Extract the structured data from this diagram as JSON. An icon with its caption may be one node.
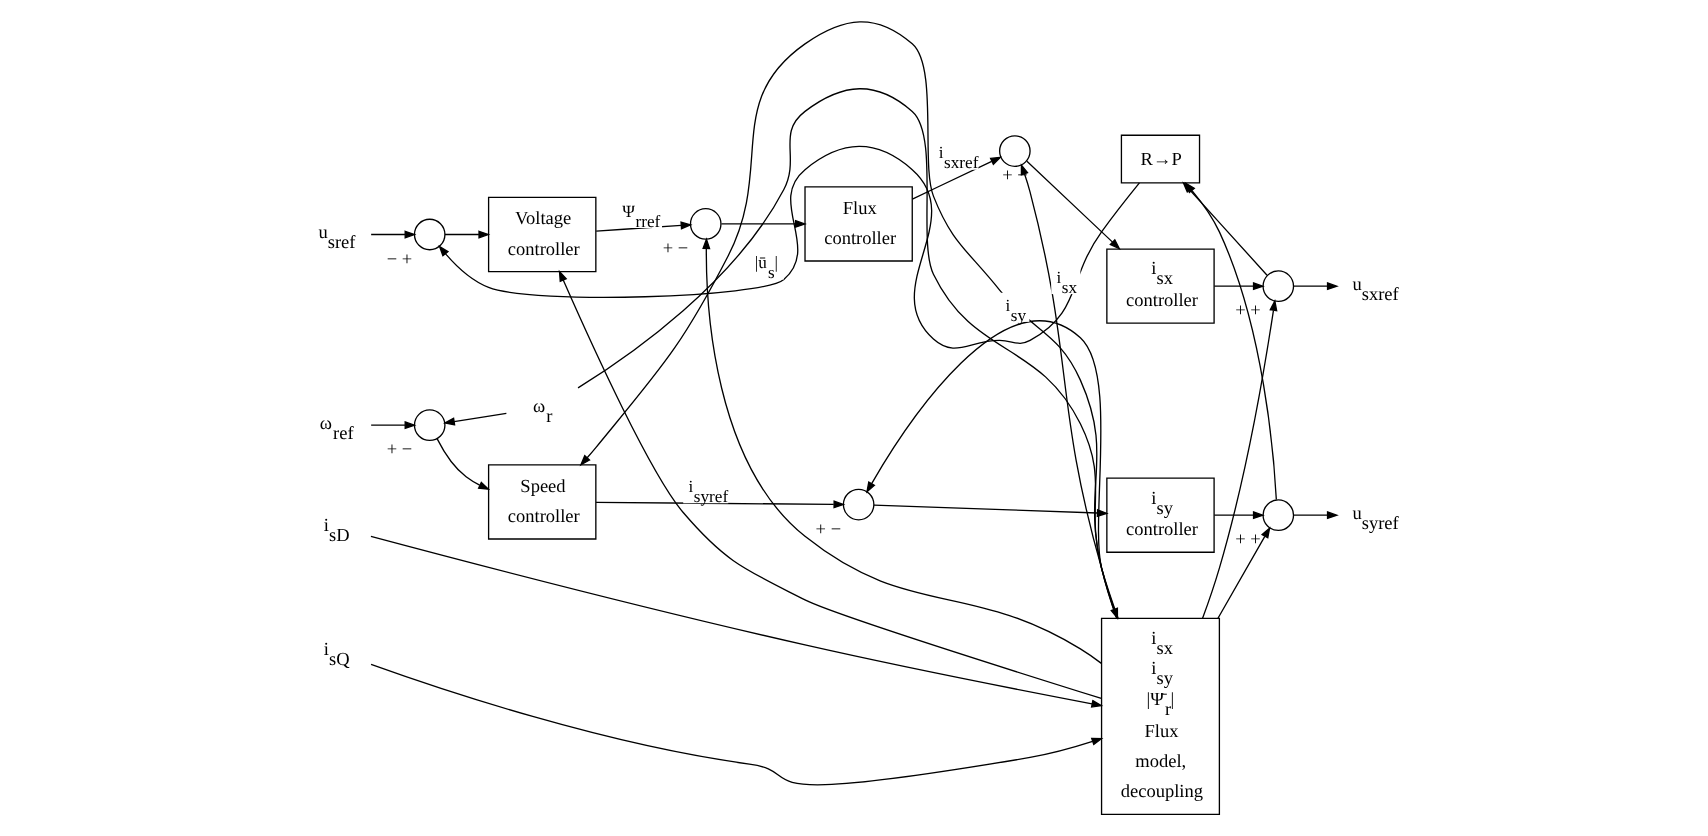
{
  "diagram": {
    "nodes": [
      {
        "text": [
          "R→P"
        ]
      },
      {
        "text": [
          "u$_{sref}$"
        ]
      },
      {
        "text": [],
        "shape": "circle",
        "beside": [
          "−",
          "+"
        ]
      },
      {
        "text": [
          "Voltage controller"
        ]
      },
      {
        "text": [],
        "shape": "circle",
        "beside": [
          "+",
          "−"
        ]
      },
      {
        "text": [
          "Flux controller"
        ]
      },
      {
        "text": [],
        "shape": "circle",
        "beside": [
          "+",
          "−"
        ]
      },
      {
        "text": [
          "i$_{sx}$ controller"
        ]
      },
      {
        "text": [],
        "shape": "circle",
        "beside": [
          "+",
          "+"
        ]
      },
      {
        "text": [
          "u$_{sxref}$"
        ]
      },
      {
        "text": [
          "ω$_{ref}$"
        ]
      },
      {
        "text": [],
        "shape": "circle",
        "beside": [
          "+",
          "−"
        ]
      },
      {
        "text": [
          "Speed controller"
        ]
      },
      {
        "text": [],
        "shape": "circle",
        "beside": [
          "+",
          "−"
        ]
      },
      {
        "text": [
          "i$_{sy}$ controller"
        ]
      },
      {
        "text": [],
        "shape": "circle",
        "beside": [
          "+",
          "+"
        ]
      },
      {
        "text": [
          "u$_{syref}$"
        ]
      },
      {
        "text": [
          "i$_{sx}$",
          "i$_{sy}$",
          "|Ψ̄$_{r}$|",
          "Flux model, decoupling"
        ]
      },
      {
        "text": [
          "i$_{sD}$"
        ]
      },
      {
        "text": [
          "i$_{sQ}$"
        ]
      },
      {
        "text": [
          "ω$_{r}$"
        ]
      }
    ],
    "edges": [
      {
        "from": 1,
        "to": 2,
        "arrow": "to"
      },
      {
        "from": 0,
        "to": 2,
        "arrow": "to",
        "label": "|ū$_{s}$|"
      },
      {
        "from": 2,
        "to": 3,
        "arrow": "to"
      },
      {
        "from": 3,
        "to": 4,
        "arrow": "to",
        "label": "Ψ$_{rref}$"
      },
      {
        "from": 4,
        "to": 5,
        "arrow": "to"
      },
      {
        "from": 5,
        "to": 6,
        "arrow": "to",
        "label": "i$_{sxref}$"
      },
      {
        "from": 6,
        "to": 7,
        "arrow": "to"
      },
      {
        "from": 7,
        "to": 8,
        "arrow": "to"
      },
      {
        "from": 8,
        "to": 9,
        "arrow": "to"
      },
      {
        "from": 8,
        "to": 0,
        "arrow": "to"
      },
      {
        "from": 10,
        "to": 11,
        "arrow": "to"
      },
      {
        "from": 11,
        "to": 12,
        "arrow": "to"
      },
      {
        "from": 12,
        "to": 13,
        "arrow": "to",
        "label": "i$_{syref}$"
      },
      {
        "from": 13,
        "to": 14,
        "arrow": "to"
      },
      {
        "from": 14,
        "to": 15,
        "arrow": "to"
      },
      {
        "from": 15,
        "to": 16,
        "arrow": "to"
      },
      {
        "from": 15,
        "to": 0,
        "arrow": "to"
      },
      {
        "from": 17,
        "to": 6,
        "arrow": "to",
        "label": "i$_{sx}$"
      },
      {
        "from": 17,
        "to": 13,
        "arrow": "to",
        "label": "i$_{sy}$"
      },
      {
        "from": 17,
        "to": 3,
        "arrow": "to"
      },
      {
        "from": 17,
        "to": 4,
        "arrow": "to"
      },
      {
        "from": 17,
        "to": 12,
        "arrow": "to"
      },
      {
        "from": 17,
        "to": 8,
        "arrow": "to"
      },
      {
        "from": 17,
        "to": 15,
        "arrow": "to"
      },
      {
        "from": 18,
        "to": 17,
        "arrow": "to"
      },
      {
        "from": 19,
        "to": 17,
        "arrow": "to"
      },
      {
        "from": 20,
        "to": 17,
        "arrow": "to"
      },
      {
        "from": 20,
        "to": 11,
        "arrow": "to"
      }
    ]
  }
}
